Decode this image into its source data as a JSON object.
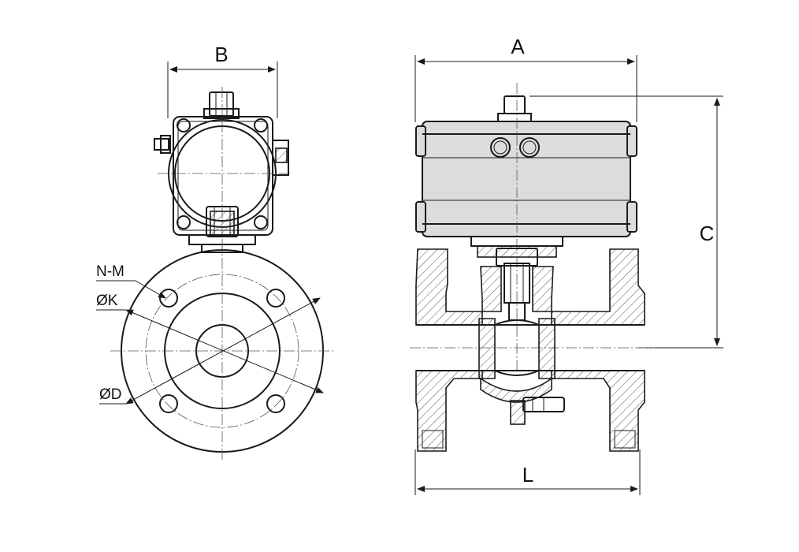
{
  "dimensions": {
    "a": "A",
    "b": "B",
    "c": "C",
    "l": "L"
  },
  "flange_labels": {
    "bolts": "N-M",
    "bolt_circle": "ØK",
    "outer_diameter": "ØD"
  },
  "colors": {
    "line": "#1a1a1a",
    "actuator_fill": "#dcdcdc",
    "background": "#ffffff"
  }
}
